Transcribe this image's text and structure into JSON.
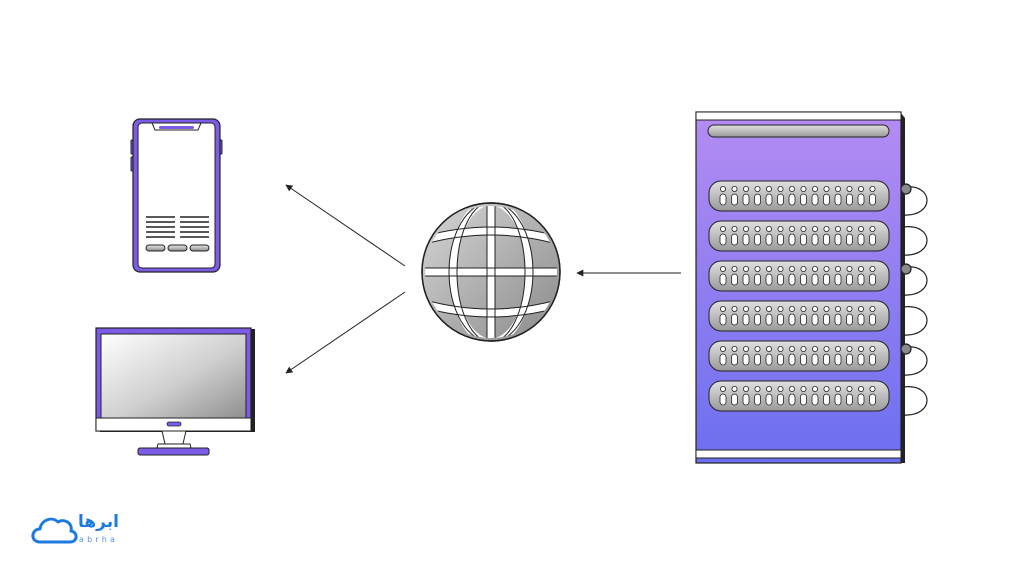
{
  "diagram": {
    "nodes": [
      {
        "id": "phone",
        "icon": "smartphone-icon"
      },
      {
        "id": "desktop",
        "icon": "desktop-monitor-icon"
      },
      {
        "id": "internet",
        "icon": "globe-icon"
      },
      {
        "id": "server",
        "icon": "server-rack-icon"
      }
    ],
    "edges": [
      {
        "from": "server",
        "to": "internet"
      },
      {
        "from": "internet",
        "to": "phone"
      },
      {
        "from": "internet",
        "to": "desktop"
      }
    ],
    "server_units": 6,
    "colors": {
      "device_purple": "#7c5ce6",
      "server_top": "#b58cf2",
      "server_bottom": "#6b6ff0",
      "logo_blue": "#1f7ae0"
    }
  },
  "logo": {
    "text": "ابرها",
    "subtext": "abrha",
    "icon": "cloud-icon"
  }
}
